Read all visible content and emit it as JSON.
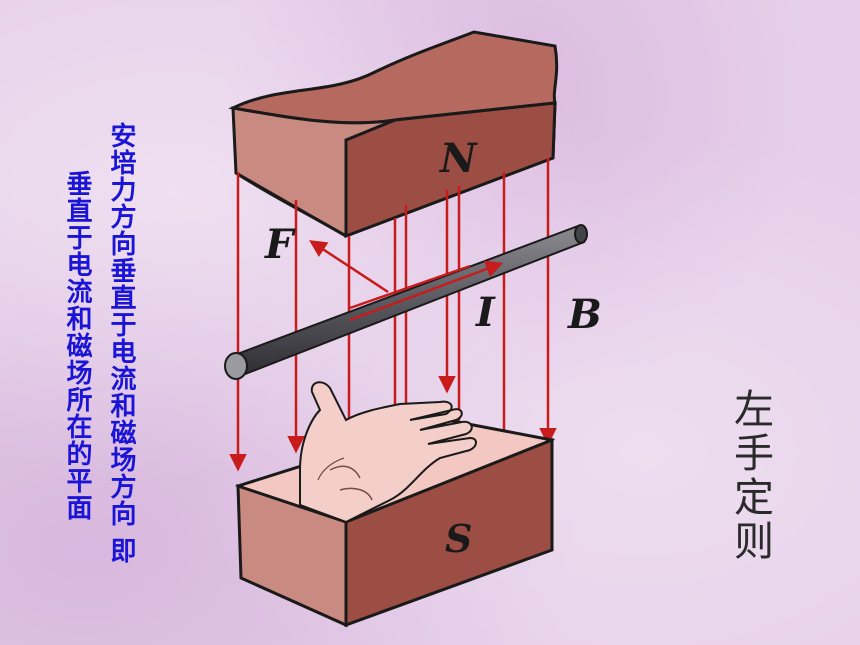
{
  "colors": {
    "text_blue": "#1a14d6",
    "magnet_face": "#c98a82",
    "magnet_side": "#8e3f36",
    "magnet_top": "#b5695f",
    "field_line": "#c81b1b",
    "rod": "#555559"
  },
  "left_text": {
    "line1": "安培力方向垂直于电流和磁场方向   即",
    "line2": "垂直于电流和磁场所在的平面"
  },
  "rule_title": "左手定则",
  "labels": {
    "north": "N",
    "south": "S",
    "force": "F",
    "current": "I",
    "field": "B"
  }
}
